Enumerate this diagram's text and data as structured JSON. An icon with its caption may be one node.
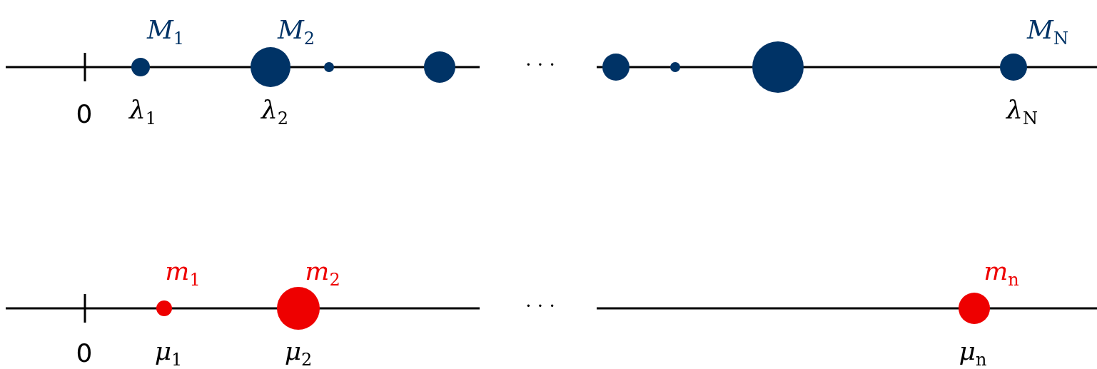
{
  "diagram": {
    "labels": [
      "*M*$_{1}$",
      "*M*$_{2}$",
      "*M*$_{N}$",
      "· · ·",
      "0",
      "*λ*$_{1}$",
      "*λ*$_{2}$",
      "*λ*$_{N}$",
      "*m*$_{1}$",
      "*m*$_{2}$",
      "*m*$_{n}$",
      "· · ·",
      "0",
      "*μ*$_{1}$",
      "*μ*$_{2}$",
      "*μ*$_{n}$"
    ]
  }
}
